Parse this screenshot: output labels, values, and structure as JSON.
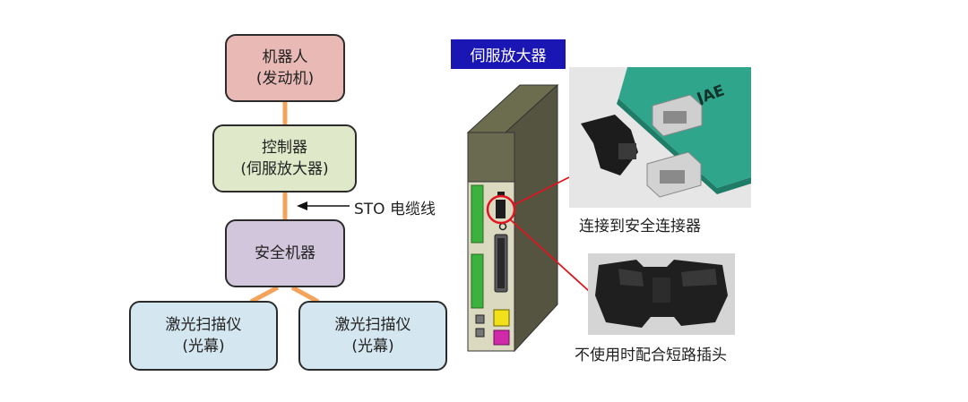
{
  "diagram": {
    "robot": {
      "line1": "机器人",
      "line2": "(发动机)"
    },
    "controller": {
      "line1": "控制器",
      "line2": "(伺服放大器)"
    },
    "safety": {
      "line1": "安全机器"
    },
    "scanner_left": {
      "line1": "激光扫描仪",
      "line2": "(光幕)"
    },
    "scanner_right": {
      "line1": "激光扫描仪",
      "line2": "(光幕)"
    },
    "sto_label": "STO 电缆线",
    "amp_title": "伺服放大器",
    "caption_top": "连接到安全连接器",
    "caption_bottom": "不使用时配合短路插头",
    "logo_text": "JAE"
  },
  "colors": {
    "connector_line": "#f3a35a",
    "highlight_red": "#e0141e",
    "amp_badge": "#1a16b4"
  }
}
